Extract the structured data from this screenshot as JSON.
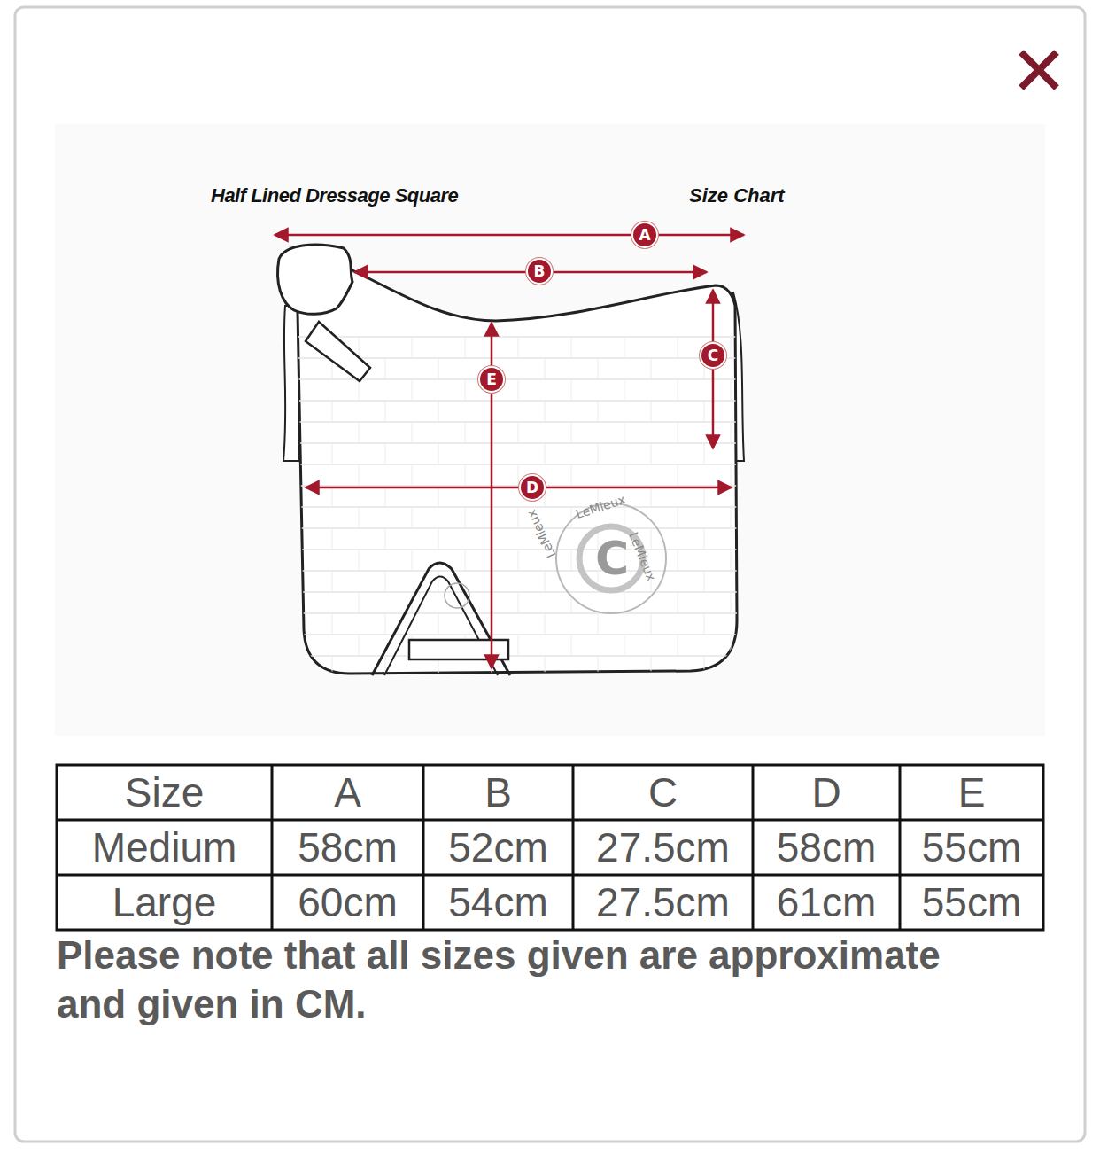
{
  "diagram": {
    "title": "Half Lined Dressage Square",
    "caption": "Please note that all sizes given are approximate and given in CM.",
    "nodes": [
      {
        "text": [
          "A"
        ]
      },
      {
        "text": [
          "B"
        ]
      },
      {
        "text": [
          "C"
        ]
      },
      {
        "text": [
          "E"
        ]
      },
      {
        "text": [
          "D"
        ]
      }
    ],
    "labels": [
      "Size Chart",
      "Size",
      "A",
      "B",
      "C",
      "D",
      "E",
      "Medium",
      "58cm",
      "52cm",
      "27.5cm",
      "58cm",
      "55cm",
      "Large",
      "60cm",
      "54cm",
      "27.5cm",
      "61cm",
      "55cm",
      "LeMieux",
      "LeMieux",
      "LeMieux",
      "C"
    ]
  }
}
